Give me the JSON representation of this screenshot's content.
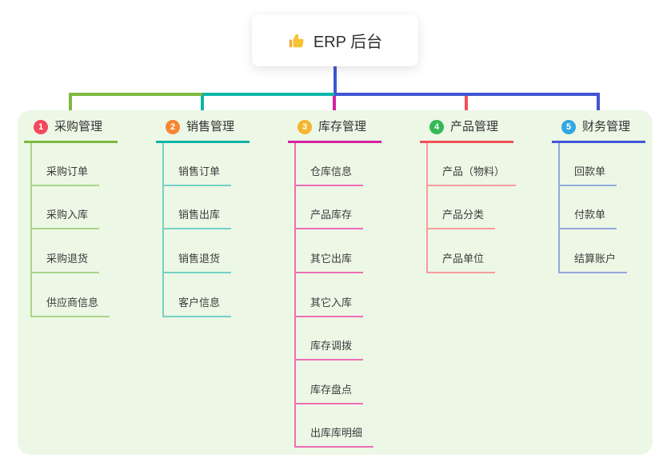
{
  "root": {
    "label": "ERP 后台",
    "icon": "thumbs-up-icon",
    "connector_color": "#4156d2"
  },
  "canvas": {
    "background": "#ffffff",
    "panel_background": "#edf7e6"
  },
  "bus": {
    "segment_colors": [
      "#7cb93f",
      "#0eb5a6",
      "#4156d2"
    ]
  },
  "branches": [
    {
      "badge": "1",
      "badge_color": "#f2495c",
      "line_color": "#7cb93f",
      "child_line_color": "#a6d488",
      "title": "采购管理",
      "children": [
        "采购订单",
        "采购入库",
        "采购退货",
        "供应商信息"
      ]
    },
    {
      "badge": "2",
      "badge_color": "#f58634",
      "line_color": "#0eb5a6",
      "child_line_color": "#74d2c6",
      "title": "销售管理",
      "children": [
        "销售订单",
        "销售出库",
        "销售退货",
        "客户信息"
      ]
    },
    {
      "badge": "3",
      "badge_color": "#f6b52e",
      "line_color": "#d4219f",
      "child_line_color": "#ee6eb6",
      "title": "库存管理",
      "children": [
        "仓库信息",
        "产品库存",
        "其它出库",
        "其它入库",
        "库存调拨",
        "库存盘点",
        "出库库明细"
      ]
    },
    {
      "badge": "4",
      "badge_color": "#33b957",
      "line_color": "#f25058",
      "child_line_color": "#f79ba0",
      "title": "产品管理",
      "children": [
        "产品（物料）",
        "产品分类",
        "产品单位"
      ]
    },
    {
      "badge": "5",
      "badge_color": "#31a8e0",
      "line_color": "#4156d2",
      "child_line_color": "#93a8de",
      "title": "财务管理",
      "children": [
        "回款单",
        "付款单",
        "结算账户"
      ]
    }
  ]
}
